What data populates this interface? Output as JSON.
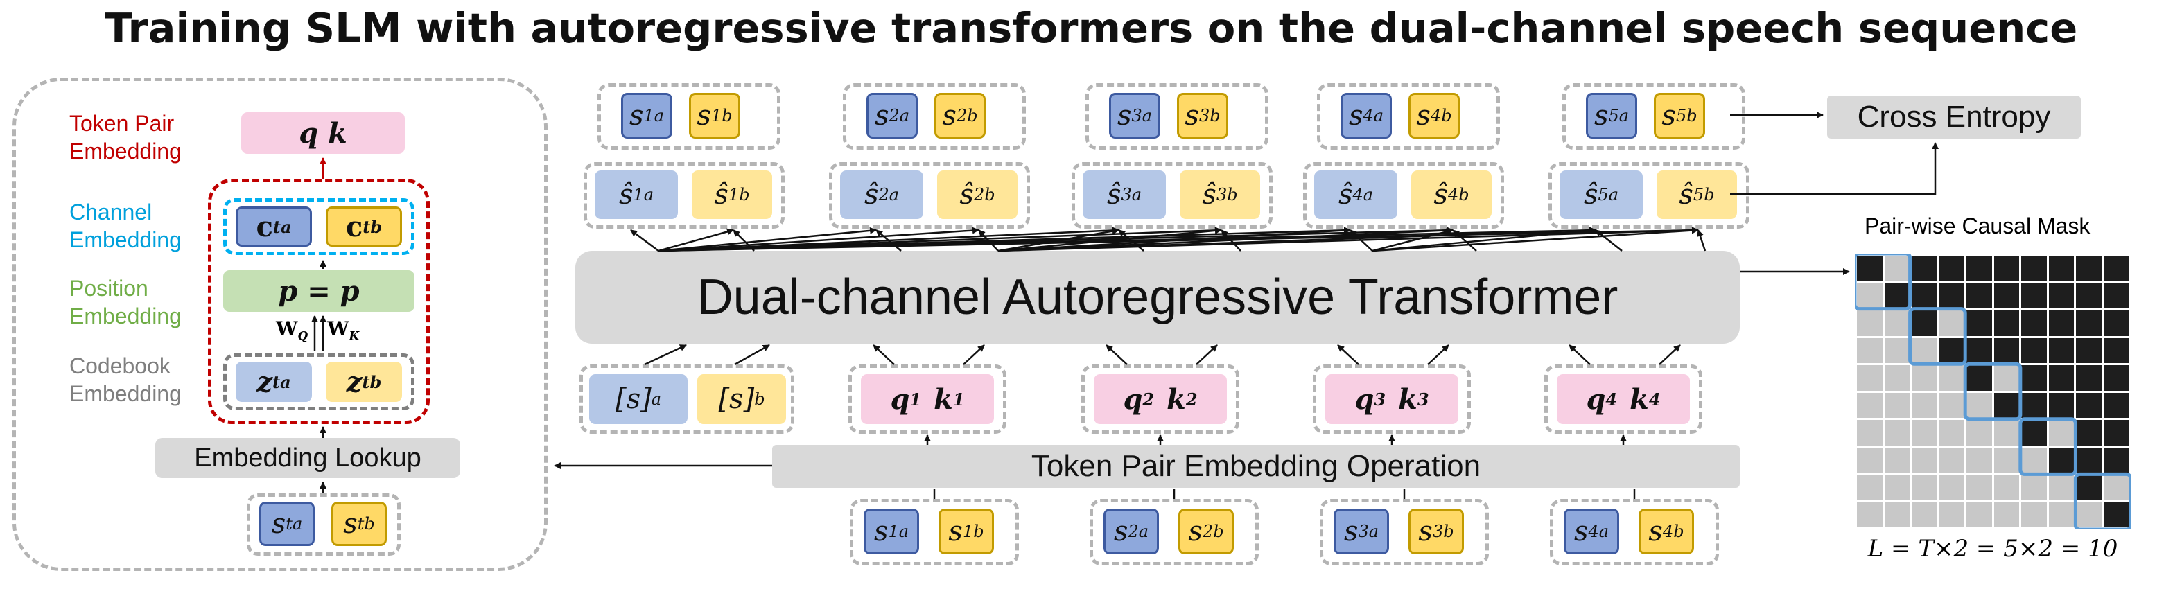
{
  "title": "Training SLM with autoregressive transformers on the dual-channel speech sequence",
  "left_panel": {
    "labels": {
      "token_pair": "Token Pair\nEmbedding",
      "channel": "Channel\nEmbedding",
      "position": "Position\nEmbedding",
      "codebook": "Codebook\nEmbedding"
    },
    "qk": "q k",
    "channel_a": "c",
    "channel_b": "c",
    "position_eq": "p = p",
    "wq": "W",
    "wq_sub": "Q",
    "wk": "W",
    "wk_sub": "K",
    "codebook_a": "z",
    "codebook_b": "z",
    "sub_t": "t",
    "sup_a": "a",
    "sup_b": "b",
    "lookup": "Embedding Lookup"
  },
  "transformer_label": "Dual-channel Autoregressive Transformer",
  "token_pair_op": "Token Pair Embedding Operation",
  "cross_entropy": "Cross Entropy",
  "mask": {
    "title": "Pair-wise Causal Mask",
    "formula": "L = T×2 = 5×2 = 10",
    "size": 10,
    "colors": {
      "masked": "#1e1e1e",
      "visible": "#c8c8c8",
      "highlight": "#5b9bd5"
    }
  },
  "sequence": {
    "token": "s",
    "hat_token": "ŝ",
    "sup_a": "a",
    "sup_b": "b",
    "targets": [
      "1",
      "2",
      "3",
      "4",
      "5"
    ],
    "inputs": [
      "1",
      "2",
      "3",
      "4"
    ],
    "start_a": "[s]",
    "start_b": "[s]",
    "q": "q",
    "k": "k"
  }
}
